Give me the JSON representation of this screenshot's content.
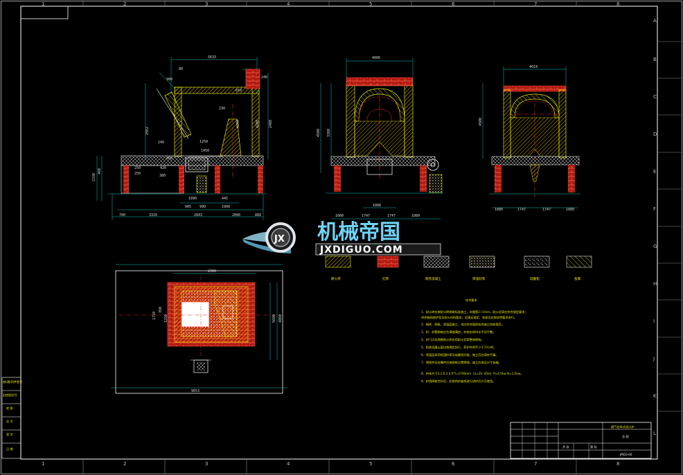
{
  "grid": {
    "columns": [
      "1",
      "2",
      "3",
      "4",
      "5",
      "6",
      "7",
      "8"
    ],
    "rows": [
      "A",
      "B",
      "C",
      "D",
      "E",
      "F",
      "G",
      "H",
      "I",
      "J",
      "K",
      "L"
    ]
  },
  "front_view": {
    "dims_top": "5633",
    "dims_bottom": [
      "700",
      "3310",
      "2843",
      "2000",
      "880"
    ],
    "dims_inner": [
      "1890",
      "905",
      "990",
      "445",
      "1900"
    ],
    "dims_left": [
      "2962",
      "2330",
      "240",
      "460",
      "2400",
      "980"
    ],
    "dims_misc": [
      "80",
      "240",
      "250",
      "420",
      "230",
      "810",
      "4200",
      "4200",
      "380",
      "250",
      "450",
      "1250",
      "1450"
    ]
  },
  "side_view": {
    "dims_top": "4006",
    "dims_bottom": [
      "1080",
      "1747",
      "1747",
      "1080"
    ],
    "dims_inner": [
      "1888"
    ],
    "dims_left": [
      "4500",
      "3380"
    ]
  },
  "end_view": {
    "dims_top": "4014",
    "dims_bottom": [
      "1080",
      "1747",
      "1747",
      "1080"
    ],
    "dims_left": [
      "4500"
    ]
  },
  "plan_view": {
    "dims_top": "2900",
    "dims_bottom": "9653",
    "dims_left": [
      "1710",
      "350",
      "1250"
    ],
    "dims_right": [
      "5680",
      "4860"
    ]
  },
  "watermark": {
    "chinese": "机械帝国",
    "english": "JXDIGUO.COM",
    "badge": "JX"
  },
  "legend": [
    {
      "label": "耐火砖",
      "pattern": "hatch-diag"
    },
    {
      "label": "红砖",
      "pattern": "brick-red"
    },
    {
      "label": "耐热混凝土",
      "pattern": "hatch-cross"
    },
    {
      "label": "保温砂浆",
      "pattern": "dots"
    },
    {
      "label": "硅酸铝",
      "pattern": "speckle"
    },
    {
      "label": "金属",
      "pattern": "hatch-diag2"
    }
  ],
  "notes": {
    "title": "技术要求",
    "lines": [
      "1、耐火砖应按耐火砖砌筑标准施工，灰缝宽1~2mm，耐火泥浆应符合规定要求；",
      "   烘炉曲线按炉型及耐火材料要求，应满足规定，各部位应按说明要求进行。",
      "2、砌砖、砌筑、保温层施工，均应符合国家有关施工验收规范。",
      "3、炉、炉壁砌筑应为满铺满挤，炉底应保持水平及平整。",
      "4、炉门口及周围耐火砖应用耐火泥浆整体砌筑。",
      "5、耐热混凝土配比按规定执行，养护时间不少于72小时。",
      "6、保温层采用保温砂浆及硅酸铝纤维，施工后应保持干燥。",
      "7、预埋件及金属件应按图纸位置预埋，施工应保证尺寸准确。",
      "8、炉体尺寸3.2 6.3 4 0°t=2700mm（2=20 .45m）P=4.5kw N=1.5kw。",
      "9、炉墙砌筑完毕后，应按烘炉曲线进行烘炉后方可使用。"
    ]
  },
  "left_block": {
    "rows": [
      "借(通)用件登记",
      "旧底图总号",
      "底 图",
      "总 号",
      "签 字",
      "日 期"
    ]
  },
  "title_block": {
    "name": "燃气台车式退火炉",
    "scale_label": "总 图",
    "drawing_no": "JMGS-00",
    "sheet_info": [
      "共 张",
      "第 张"
    ]
  }
}
